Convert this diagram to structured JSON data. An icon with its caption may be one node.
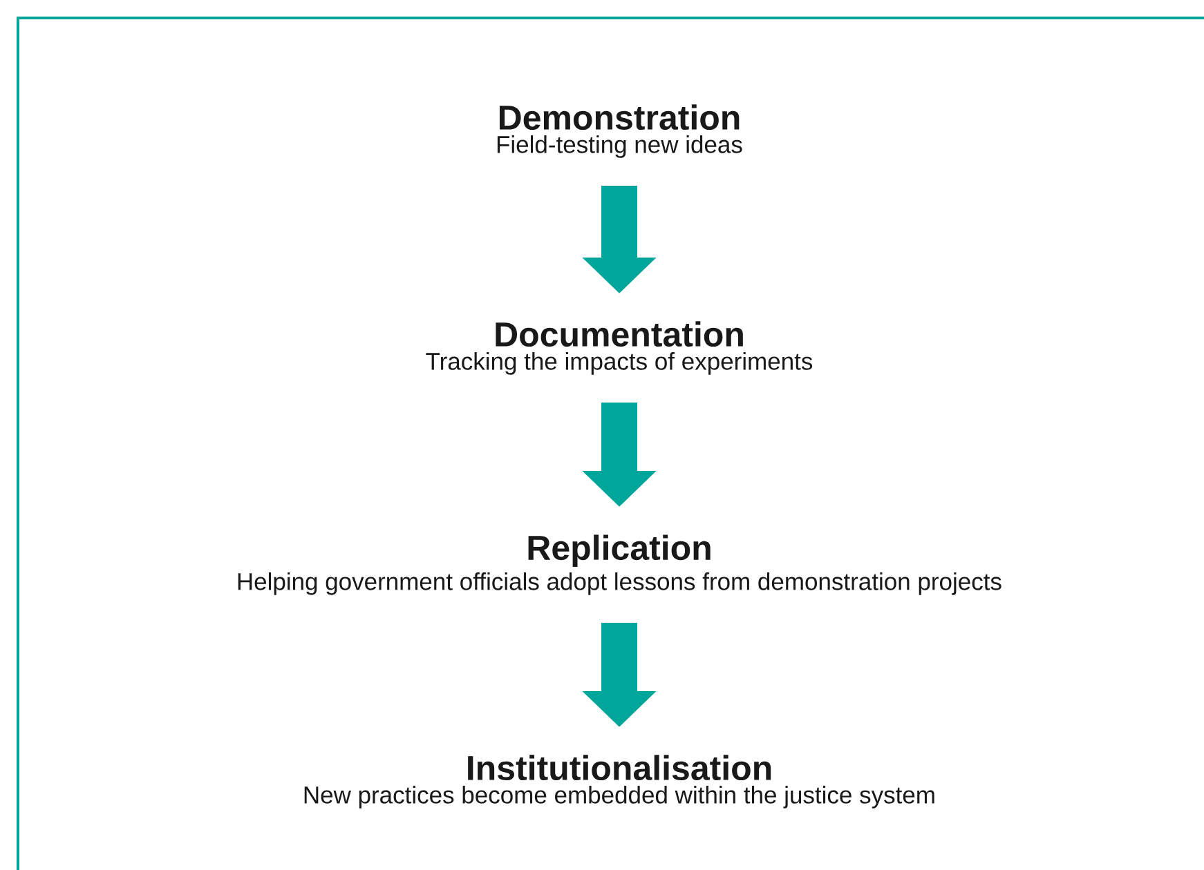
{
  "diagram": {
    "nodes": [
      {
        "text": [
          "Demonstration",
          "Field-testing new ideas"
        ]
      },
      {
        "text": [
          "Documentation",
          "Tracking the impacts of experiments"
        ]
      },
      {
        "text": [
          "Replication",
          "Helping government officials adopt lessons from demonstration projects"
        ]
      },
      {
        "text": [
          "Institutionalisation",
          "New practices become embedded within the justice system"
        ]
      }
    ],
    "edges": [
      {
        "from": 0,
        "to": 1,
        "arrow": "to"
      },
      {
        "from": 1,
        "to": 2,
        "arrow": "to"
      },
      {
        "from": 2,
        "to": 3,
        "arrow": "to"
      }
    ]
  }
}
